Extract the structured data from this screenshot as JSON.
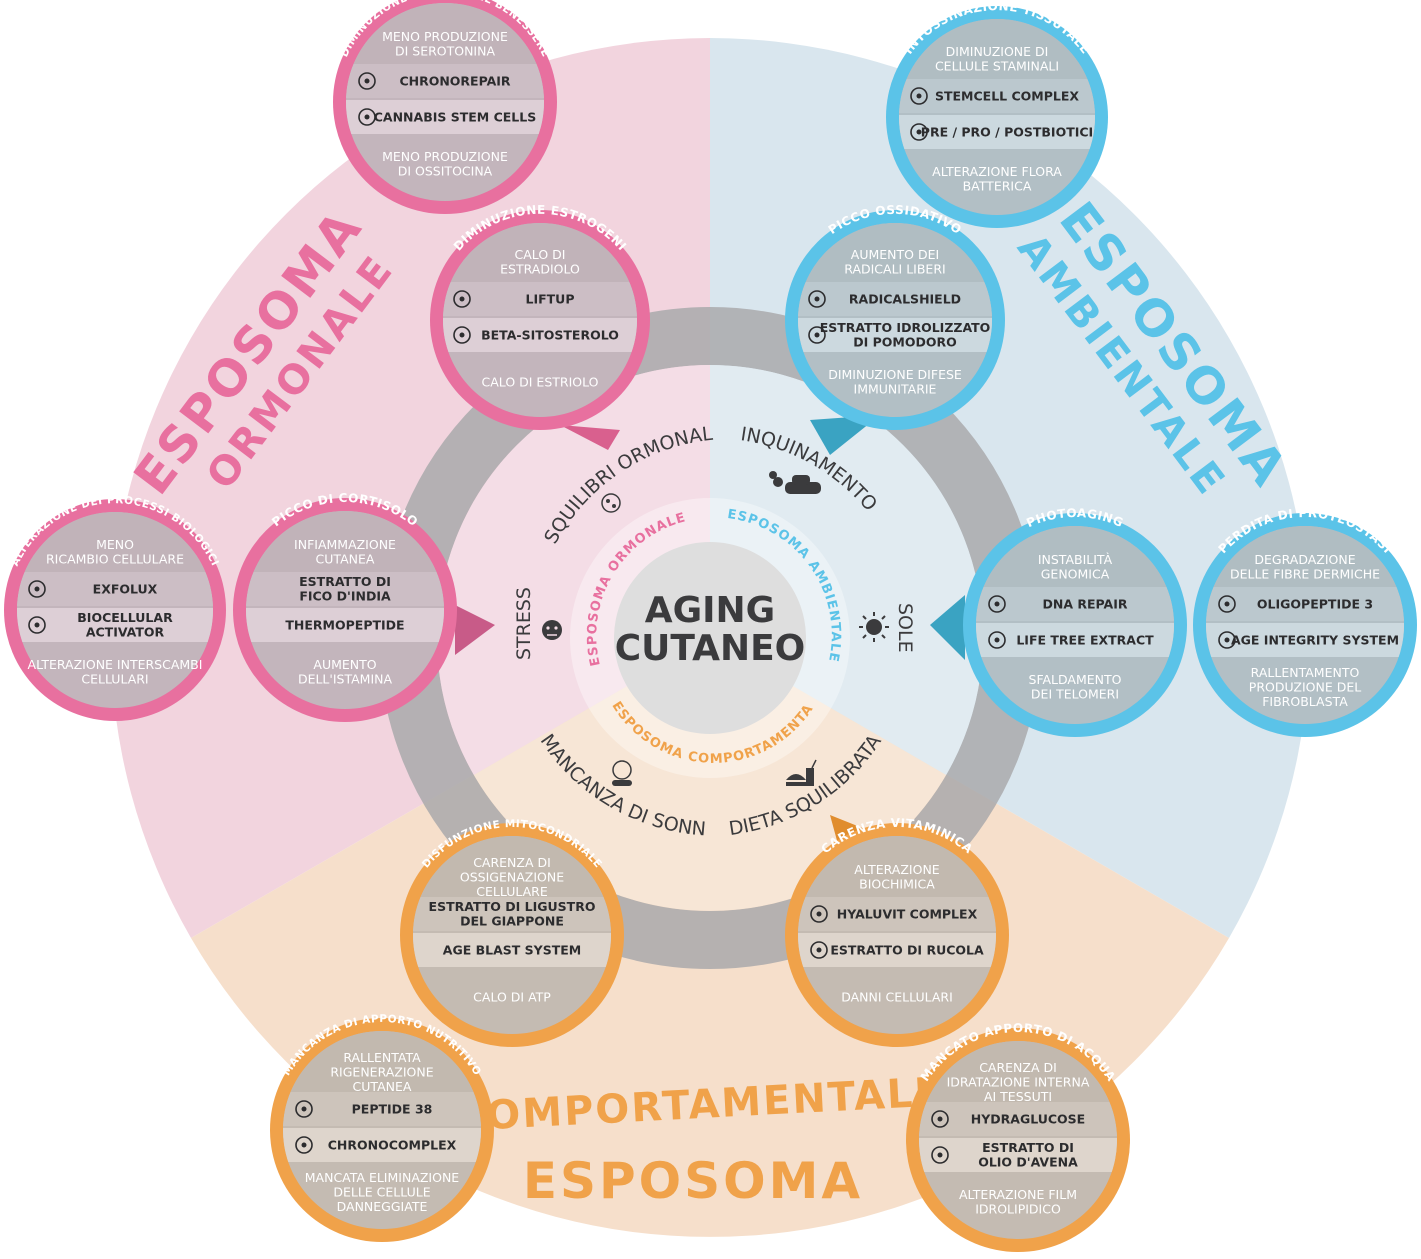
{
  "colors": {
    "pink": "#e8709f",
    "pink_bg": "#f2d4de",
    "blue": "#5bc3e8",
    "blue_bg": "#d9e6ee",
    "orange": "#f0a24a",
    "orange_bg": "#f6dfcb",
    "ring": "#a9a9ab",
    "band_light": "#d9d9db",
    "band_dark": "#c6c6c8",
    "text_dark": "#3b3b3d"
  },
  "center": {
    "title_line1": "AGING",
    "title_line2": "CUTANEO",
    "label_ormonale": "ESPOSOMA ORMONALE",
    "label_ambientale": "ESPOSOMA AMBIENTALE",
    "label_comportamentale": "ESPOSOMA COMPORTAMENTALE"
  },
  "ring_labels": {
    "squilibri": "SQUILIBRI ORMONALI",
    "inquinamento": "INQUINAMENTO",
    "stress": "STRESS",
    "sole": "SOLE",
    "mancanza": "MANCANZA DI SONNO",
    "dieta": "DIETA SQUILIBRATA"
  },
  "sectors": {
    "ormonale_line1": "ESPOSOMA",
    "ormonale_line2": "ORMONALE",
    "ambientale_line1": "ESPOSOMA",
    "ambientale_line2": "AMBIENTALE",
    "comportamentale_line1": "COMPORTAMENTALE",
    "comportamentale_line2": "ESPOSOMA"
  },
  "bubbles": [
    {
      "id": "benessere",
      "color": "pink",
      "title": "DIMINUZIONE ORMONI DEL BENESSERE",
      "top": "MENO PRODUZIONE\nDI SEROTONINA",
      "p1": "CHRONOREPAIR",
      "p1_icon": "moon-sparkle-icon",
      "p2": "CANNABIS STEM CELLS",
      "p2_icon": "leaf-icon",
      "bottom": "MENO PRODUZIONE\nDI OSSITOCINA"
    },
    {
      "id": "estrogeni",
      "color": "pink",
      "title": "DIMINUZIONE ESTROGENI",
      "top": "CALO DI\nESTRADIOLO",
      "p1": "LIFTUP",
      "p1_icon": "sprout-icon",
      "p2": "BETA-SITOSTEROLO",
      "p2_icon": "molecule-icon",
      "bottom": "CALO DI ESTRIOLO"
    },
    {
      "id": "biologici",
      "color": "pink",
      "title": "ALTERAZIONE DEI PROCESSI BIOLOGICI",
      "top": "MENO\nRICAMBIO CELLULARE",
      "p1": "EXFOLUX",
      "p1_icon": "exfoliation-icon",
      "p2": "BIOCELLULAR\nACTIVATOR",
      "p2_icon": "cell-icon",
      "bottom": "ALTERAZIONE INTERSCAMBI\nCELLULARI"
    },
    {
      "id": "cortisolo",
      "color": "pink",
      "title": "PICCO DI CORTISOLO",
      "top": "INFIAMMAZIONE\nCUTANEA",
      "p1": "ESTRATTO DI\nFICO D'INDIA",
      "p1_icon": "",
      "p2": "THERMOPEPTIDE",
      "p2_icon": "",
      "bottom": "AUMENTO\nDELL'ISTAMINA"
    },
    {
      "id": "tissutale",
      "color": "blue",
      "title": "INTOSSINAZIONE TISSUTALE",
      "top": "DIMINUZIONE DI\nCELLULE STAMINALI",
      "p1": "STEMCELL COMPLEX",
      "p1_icon": "stemcell-icon",
      "p2": "PRE / PRO / POSTBIOTICI",
      "p2_icon": "biotic-icon",
      "bottom": "ALTERAZIONE FLORA\nBATTERICA"
    },
    {
      "id": "ossidativo",
      "color": "blue",
      "title": "PICCO OSSIDATIVO",
      "top": "AUMENTO DEI\nRADICALI LIBERI",
      "p1": "RADICALSHIELD",
      "p1_icon": "shield-icon",
      "p2": "ESTRATTO IDROLIZZATO\nDI POMODORO",
      "p2_icon": "tomato-icon",
      "bottom": "DIMINUZIONE DIFESE\nIMMUNITARIE"
    },
    {
      "id": "photoaging",
      "color": "blue",
      "title": "PHOTOAGING",
      "top": "INSTABILITÀ\nGENOMICA",
      "p1": "DNA REPAIR",
      "p1_icon": "dna-icon",
      "p2": "LIFE TREE EXTRACT",
      "p2_icon": "tree-icon",
      "bottom": "SFALDAMENTO\nDEI TELOMERI"
    },
    {
      "id": "proteostasi",
      "color": "blue",
      "title": "PERDITA DI PROTEOSTASI",
      "top": "DEGRADAZIONE\nDELLE FIBRE DERMICHE",
      "p1": "OLIGOPEPTIDE 3",
      "p1_icon": "hexagon-icon",
      "p2": "AGE INTEGRITY SYSTEM",
      "p2_icon": "gear-icon",
      "bottom": "RALLENTAMENTO\nPRODUZIONE DEL\nFIBROBLASTA"
    },
    {
      "id": "mitocondriale",
      "color": "orange",
      "title": "DISFUNZIONE MITOCONDRIALE",
      "top": "CARENZA DI\nOSSIGENAZIONE\nCELLULARE",
      "p1": "ESTRATTO DI LIGUSTRO\nDEL GIAPPONE",
      "p1_icon": "",
      "p2": "AGE BLAST SYSTEM",
      "p2_icon": "",
      "bottom": "CALO DI ATP"
    },
    {
      "id": "vitaminica",
      "color": "orange",
      "title": "CARENZA VITAMINICA",
      "top": "ALTERAZIONE\nBIOCHIMICA",
      "p1": "HYALUVIT COMPLEX",
      "p1_icon": "drops-icon",
      "p2": "ESTRATTO DI RUCOLA",
      "p2_icon": "rucola-icon",
      "bottom": "DANNI CELLULARI"
    },
    {
      "id": "nutritivo",
      "color": "orange",
      "title": "MANCANZA DI APPORTO NUTRITIVO",
      "top": "RALLENTATA\nRIGENERAZIONE\nCUTANEA",
      "p1": "PEPTIDE 38",
      "p1_icon": "hexagon-icon",
      "p2": "CHRONOCOMPLEX",
      "p2_icon": "jar-icon",
      "bottom": "MANCATA ELIMINAZIONE\nDELLE CELLULE\nDANNEGGIATE"
    },
    {
      "id": "acqua",
      "color": "orange",
      "title": "MANCATO APPORTO DI ACQUA",
      "top": "CARENZA DI\nIDRATAZIONE INTERNA\nAI TESSUTI",
      "p1": "HYDRAGLUCOSE",
      "p1_icon": "cube-icon",
      "p2": "ESTRATTO DI\nOLIO D'AVENA",
      "p2_icon": "oat-icon",
      "bottom": "ALTERAZIONE FILM\nIDROLIPIDICO"
    }
  ]
}
